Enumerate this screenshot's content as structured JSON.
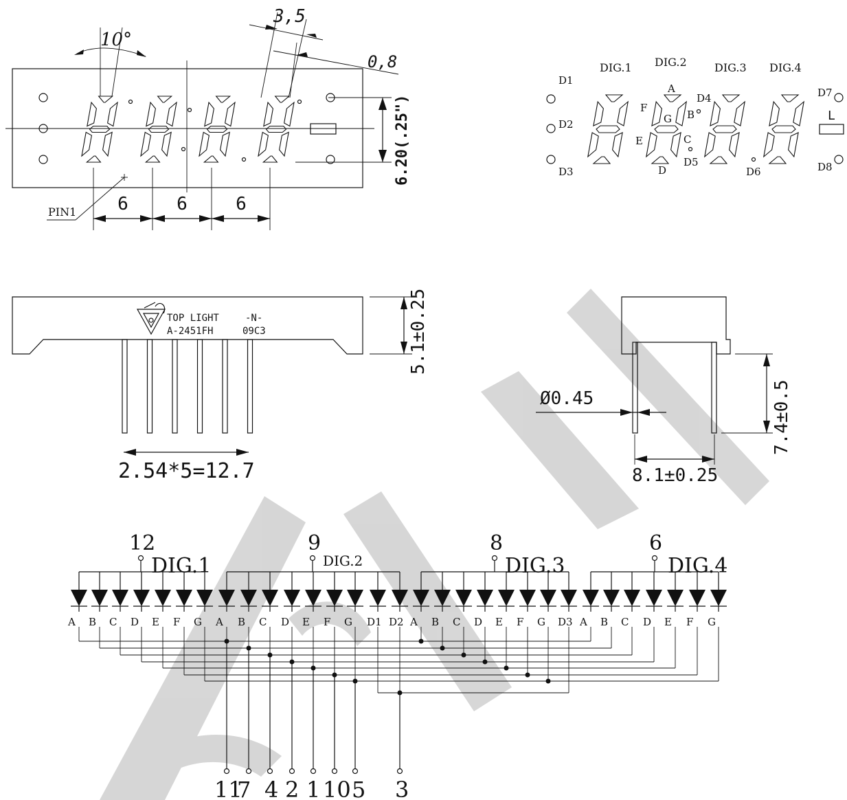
{
  "front_view": {
    "angle_label": "10°",
    "seg_width_label": "3,5",
    "seg_thick_label": "0,8",
    "height_label": "6.20(.25\")",
    "pitch_labels": [
      "6",
      "6",
      "6"
    ],
    "pin1_label": "PIN1"
  },
  "segment_map": {
    "digit_labels": [
      "DIG.1",
      "DIG.2",
      "DIG.3",
      "DIG.4"
    ],
    "segment_letters": [
      "A",
      "B",
      "C",
      "D",
      "E",
      "F",
      "G"
    ],
    "dot_labels": [
      "D1",
      "D2",
      "D3",
      "D4",
      "D5",
      "D6",
      "D7",
      "D8"
    ],
    "colon_label": "L"
  },
  "side_view": {
    "logo_text": "TOP LIGHT",
    "part_number": "A-2451FH",
    "code1": "-N-",
    "code2": "09C3",
    "height_label": "5.1±0.25",
    "pin_span_label": "2.54*5=12.7"
  },
  "end_view": {
    "pin_dia_label": "Ø0.45",
    "pin_len_label": "7.4±0.5",
    "row_span_label": "8.1±0.25"
  },
  "schematic": {
    "groups": [
      {
        "name": "DIG.1",
        "pin": "12",
        "leds": [
          "A",
          "B",
          "C",
          "D",
          "E",
          "F",
          "G"
        ]
      },
      {
        "name": "DIG.2",
        "pin": "9",
        "leds": [
          "A",
          "B",
          "C",
          "D",
          "E",
          "F",
          "G",
          "D1",
          "D2"
        ]
      },
      {
        "name": "DIG.3",
        "pin": "8",
        "leds": [
          "A",
          "B",
          "C",
          "D",
          "E",
          "F",
          "G",
          "D3"
        ]
      },
      {
        "name": "DIG.4",
        "pin": "6",
        "leds": [
          "A",
          "B",
          "C",
          "D",
          "E",
          "F",
          "G"
        ]
      }
    ],
    "bottom_pins": [
      "11",
      "7",
      "4",
      "2",
      "1",
      "10",
      "5",
      "3"
    ]
  }
}
